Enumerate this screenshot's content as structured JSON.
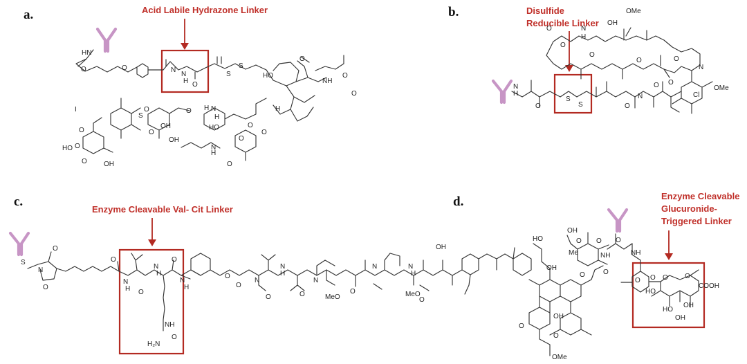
{
  "colors": {
    "label": "#c0302a",
    "box": "#b32a22",
    "antibody": "#c795c5",
    "bond": "#333333"
  },
  "panels": {
    "a": {
      "letter": "a.",
      "label_lines": [
        "Acid Labile Hydrazone Linker"
      ],
      "atoms": [
        "HN",
        "O",
        "O",
        "N",
        "N",
        "H",
        "O",
        "S",
        "S",
        "HO",
        "O",
        "NH",
        "O",
        "O",
        "I",
        "O",
        "S",
        "O",
        "OH",
        "O",
        "H",
        "O",
        "N",
        "H",
        "HO",
        "O",
        "HO",
        "O",
        "O",
        "OH",
        "N",
        "H",
        "O",
        "O",
        "O",
        "OH",
        "H"
      ]
    },
    "b": {
      "letter": "b.",
      "label_lines": [
        "Disulfide",
        "Reducible Linker"
      ],
      "atoms": [
        "OMe",
        "O",
        "N",
        "H",
        "OH",
        "O",
        "O",
        "O",
        "N",
        "OMe",
        "Cl",
        "O",
        "O",
        "N",
        "H",
        "O",
        "S",
        "S",
        "N",
        "O",
        "O"
      ]
    },
    "c": {
      "letter": "c.",
      "label_lines": [
        "Enzyme Cleavable  Val- Cit Linker"
      ],
      "atoms": [
        "S",
        "O",
        "N",
        "O",
        "O",
        "N",
        "H",
        "O",
        "N",
        "H",
        "O",
        "N",
        "H",
        "NH",
        "O",
        "H₂N",
        "O",
        "O",
        "N",
        "O",
        "N",
        "H",
        "O",
        "N",
        "MeO",
        "O",
        "N",
        "MeO",
        "O",
        "N",
        "H",
        "OH"
      ]
    },
    "d": {
      "letter": "d.",
      "label_lines": [
        "Enzyme Cleavable",
        "Glucuronide-",
        "Triggered Linker"
      ],
      "atoms": [
        "HO",
        "OH",
        "O",
        "Me",
        "O",
        "NH",
        "O",
        "O",
        "NH",
        "OH",
        "O",
        "O",
        "HO",
        "O",
        "COOH",
        "O",
        "O",
        "OH",
        "HO",
        "OH",
        "OH",
        "O",
        "O",
        "OMe"
      ]
    }
  }
}
